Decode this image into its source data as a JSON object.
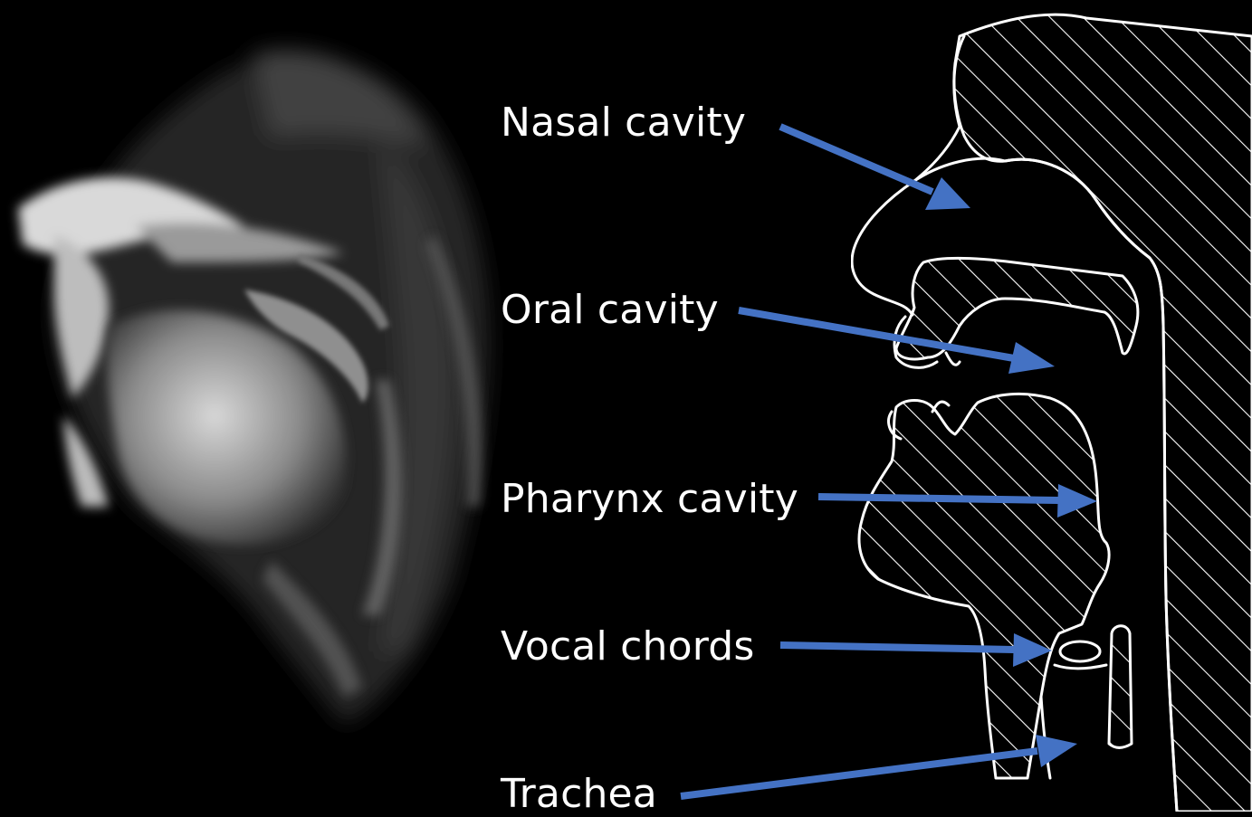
{
  "labels": {
    "nasal": "Nasal cavity",
    "oral": "Oral cavity",
    "pharynx": "Pharynx cavity",
    "vocal": "Vocal chords",
    "trachea": "Trachea"
  },
  "colors": {
    "background": "#000000",
    "arrow": "#4472c4",
    "text": "#ffffff",
    "sketch": "#ffffff"
  },
  "images": {
    "mri": "grayscale sagittal MRI of a human head",
    "sketch": "hand-drawn sagittal outline of vocal tract with hatched tissue"
  }
}
